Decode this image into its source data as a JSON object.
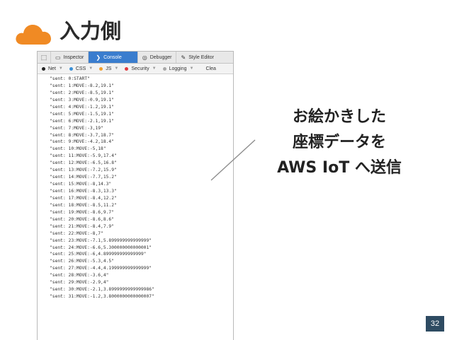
{
  "slide": {
    "title": "入力側",
    "page_number": "32",
    "annotation_lines": [
      "お絵かきした",
      "座標データを",
      "AWS IoT へ送信"
    ]
  },
  "colors": {
    "cloud": "#f08a24",
    "active_tab": "#3a7dce",
    "page_badge": "#2e4b62"
  },
  "devtools": {
    "tabs": [
      {
        "label": "",
        "icon": "element-picker-icon"
      },
      {
        "label": "Inspector",
        "icon": "inspector-icon"
      },
      {
        "label": "Console",
        "icon": "console-icon",
        "active": true
      },
      {
        "label": "Debugger",
        "icon": "debugger-icon"
      },
      {
        "label": "Style Editor",
        "icon": "style-editor-icon"
      }
    ],
    "filters": [
      "Net",
      "CSS",
      "JS",
      "Security",
      "Logging",
      "Clea"
    ],
    "log_lines": [
      "\"sent: 0:START\"",
      "\"sent: 1:MOVE:-8.2,19.1\"",
      "\"sent: 2:MOVE:-8.5,19.1\"",
      "\"sent: 3:MOVE:-0.9,19.1\"",
      "\"sent: 4:MOVE:-1.2,19.1\"",
      "\"sent: 5:MOVE:-1.5,19.1\"",
      "\"sent: 6:MOVE:-2.1,19.1\"",
      "\"sent: 7:MOVE:-3,19\"",
      "\"sent: 8:MOVE:-3.7,18.7\"",
      "\"sent: 9:MOVE:-4.2,18.4\"",
      "\"sent: 10:MOVE:-5,18\"",
      "\"sent: 11:MOVE:-5.9,17.4\"",
      "\"sent: 12:MOVE:-6.5,16.8\"",
      "\"sent: 13:MOVE:-7.2,15.9\"",
      "\"sent: 14:MOVE:-7.7,15.2\"",
      "\"sent: 15:MOVE:-8,14.3\"",
      "\"sent: 16:MOVE:-8.3,13.3\"",
      "\"sent: 17:MOVE:-8.4,12.2\"",
      "\"sent: 18:MOVE:-8.5,11.2\"",
      "\"sent: 19:MOVE:-8.6,9.7\"",
      "\"sent: 20:MOVE:-8.6,8.6\"",
      "\"sent: 21:MOVE:-8.4,7.9\"",
      "\"sent: 22:MOVE:-8,7\"",
      "\"sent: 23:MOVE:-7.1,5.899999999999999\"",
      "\"sent: 24:MOVE:-6.6,5.300000000000001\"",
      "\"sent: 25:MOVE:-6,4.899999999999999\"",
      "\"sent: 26:MOVE:-5.3,4.5\"",
      "\"sent: 27:MOVE:-4.4,4.199999999999999\"",
      "\"sent: 28:MOVE:-3.6,4\"",
      "\"sent: 29:MOVE:-2.9,4\"",
      "\"sent: 30:MOVE:-2.1,3.8999999999999986\"",
      "\"sent: 31:MOVE:-1.2,3.8000000000000007\""
    ]
  }
}
